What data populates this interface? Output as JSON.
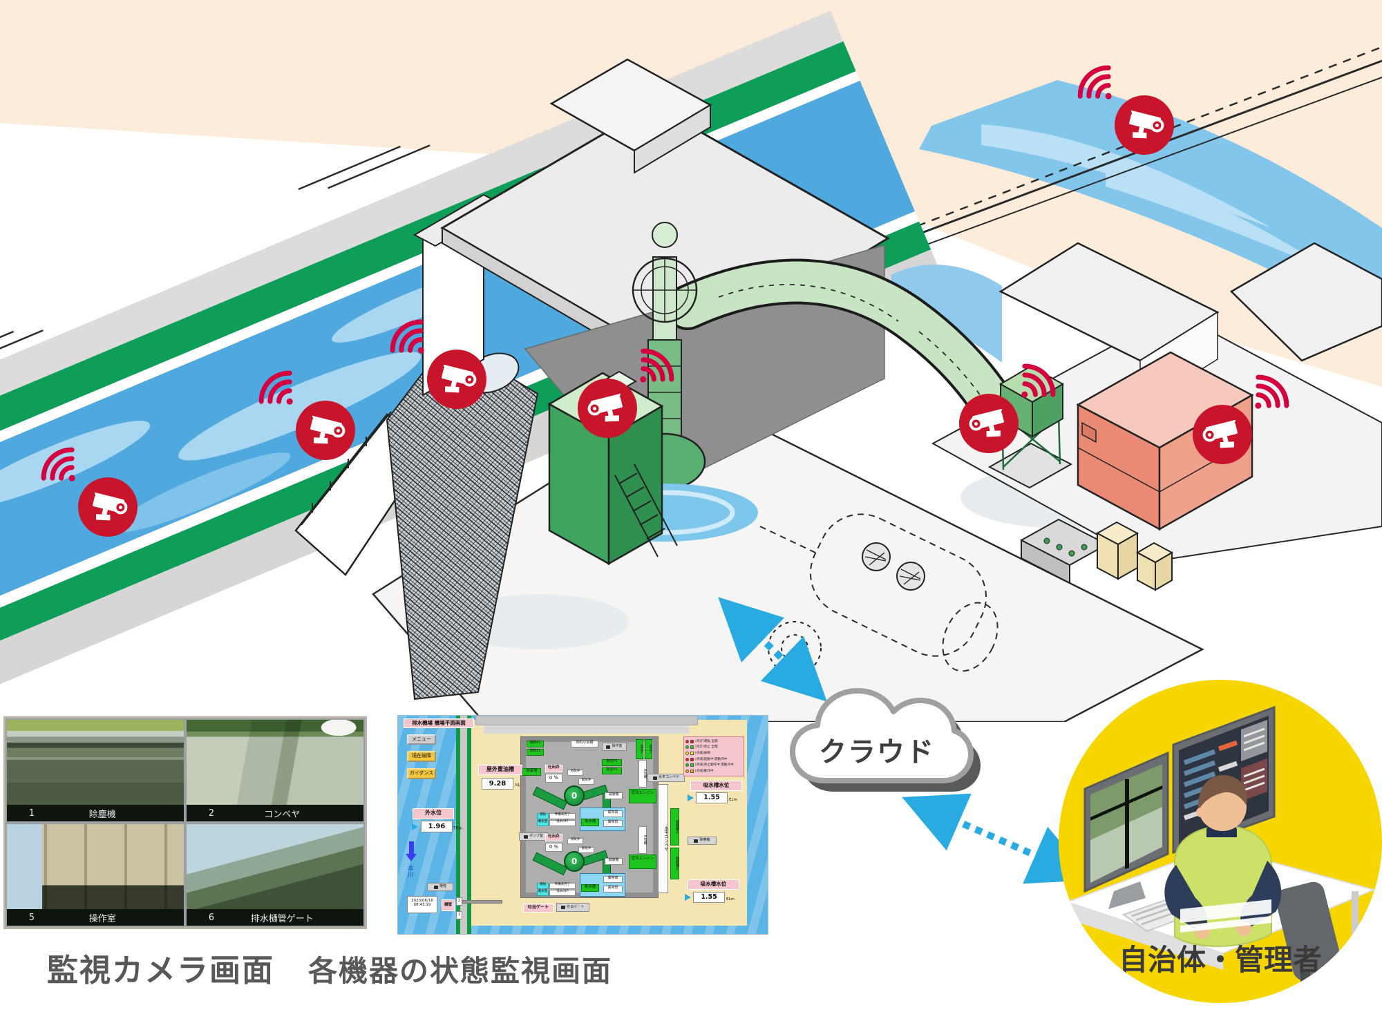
{
  "captions": {
    "cctv": "監視カメラ画面",
    "scada": "各機器の状態監視画面",
    "cloud": "クラウド",
    "operator": "自治体・管理者"
  },
  "cctv": {
    "feeds": [
      {
        "num": "1",
        "label": "除塵機"
      },
      {
        "num": "2",
        "label": "コンベヤ"
      },
      {
        "num": "5",
        "label": "操作室"
      },
      {
        "num": "6",
        "label": "排水樋管ゲート"
      }
    ]
  },
  "scada": {
    "title": "排水機場 機場平面画面",
    "buttons": [
      "メニュー",
      "現在故障",
      "ガイダンス"
    ],
    "fuel_tank": {
      "label": "屋外重油槽",
      "value": "9.28",
      "unit": "kL"
    },
    "outer_water_level": {
      "label": "外水位",
      "value": "1.96",
      "unit": "TPm"
    },
    "river": "本川",
    "suction_level_top": {
      "label": "吸水槽水位",
      "value": "1.55",
      "unit": "ELm"
    },
    "suction_level_bottom": {
      "label": "吸水槽水位",
      "value": "1.55",
      "unit": "ELm"
    },
    "datetime": {
      "date": "2023/06/16",
      "time": "08:43:19"
    },
    "legend": [
      {
        "color": "#ff1111",
        "text": "(点灯)運転 全開"
      },
      {
        "color": "#11dd11",
        "text": "(点灯)停止 全閉"
      },
      {
        "color": "#ffee00",
        "text": "(点滅)故障"
      },
      {
        "color": "#ff1111",
        "text": "(点滅)起動中 開動作中"
      },
      {
        "color": "#11dd11",
        "text": "(点滅)停止動作中 閉動作中"
      },
      {
        "color": "#ffaa00",
        "text": "(点滅)動作中"
      }
    ],
    "labels": {
      "fuel_p1": "燃料P1",
      "fuel_p2": "燃料P2",
      "fuel_small_tank": "燃料小出槽",
      "control_room": "操作室",
      "air1": "空圧1",
      "air2": "空圧2",
      "vacuum_p1": "真空P1",
      "vacuum_p2": "真空P2",
      "self_generator": "自家発",
      "discharge_valve": "吐出弁",
      "discharge_value": "0 %",
      "exhaust_valve": "排気弁",
      "intake_valve": "吸気弁",
      "horizontal_conveyor": "水平コンベヤ",
      "run": "運転",
      "not_ready": "準備未完了",
      "electric_room": "電気室",
      "hot_water_off": "温水OFF",
      "suction_tank": "吸水槽",
      "abnormal_high": "異常高",
      "abnormal_low": "異常低",
      "reducer": "減速機",
      "air_cooled_engine": "空冷エンジン",
      "air_tank": "空気槽",
      "pump_room": "ポンプ室",
      "screen_machine_2": "除塵機2",
      "screen_machine_1": "除塵機1",
      "screen_machine": "除塵機",
      "discharge_gate": "吐出ゲート",
      "culvert": "樋管",
      "gate_no_2": "2",
      "gate_no_1": "1",
      "pump_value": "0"
    }
  },
  "colors": {
    "camera_red": "#c9152b",
    "link_blue": "#29abe2",
    "operator_yellow": "#f7d600",
    "scada_pink": "#f6c6ce",
    "scada_green": "#1fc41f",
    "canal_green": "#0f9e58",
    "canal_water": "#4fa9de"
  }
}
